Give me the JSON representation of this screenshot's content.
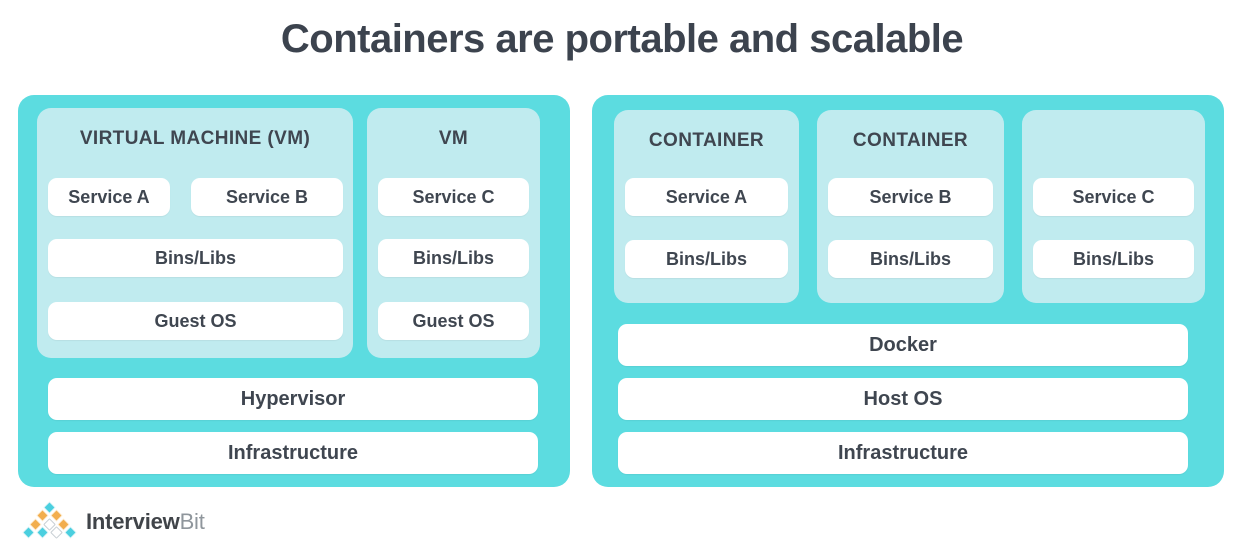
{
  "title": "Containers are portable and scalable",
  "colors": {
    "teal": "#5cdce0",
    "panel-light": "#c0ebef",
    "ink": "#3f4650",
    "logo-dark": "#404449",
    "logo-gray": "#8f969c"
  },
  "left_panel": {
    "vm1": {
      "header": "VIRTUAL MACHINE (VM)",
      "services": [
        "Service A",
        "Service B"
      ],
      "layers": [
        "Bins/Libs",
        "Guest OS"
      ]
    },
    "vm2": {
      "header": "VM",
      "services": [
        "Service C"
      ],
      "layers": [
        "Bins/Libs",
        "Guest OS"
      ]
    },
    "base_layers": [
      "Hypervisor",
      "Infrastructure"
    ]
  },
  "right_panel": {
    "containers": [
      {
        "header": "CONTAINER",
        "service": "Service A",
        "layer": "Bins/Libs"
      },
      {
        "header": "CONTAINER",
        "service": "Service B",
        "layer": "Bins/Libs"
      },
      {
        "header": "",
        "service": "Service C",
        "layer": "Bins/Libs"
      }
    ],
    "base_layers": [
      "Docker",
      "Host OS",
      "Infrastructure"
    ]
  },
  "logo": {
    "brand_bold": "Interview",
    "brand_light": "Bit",
    "icon": {
      "name": "diamond-pyramid-icon",
      "rows": [
        [
          "c"
        ],
        [
          "o",
          "o"
        ],
        [
          "o",
          "w",
          "o"
        ],
        [
          "c",
          "c",
          "w",
          "c"
        ]
      ],
      "colors": {
        "c": {
          "fill": "#4bcfdf",
          "border": "#e6f6f8"
        },
        "o": {
          "fill": "#f2ae4e",
          "border": "#fdf1de"
        },
        "w": {
          "fill": "#ffffff",
          "border": "#c8cfd4"
        }
      }
    }
  }
}
